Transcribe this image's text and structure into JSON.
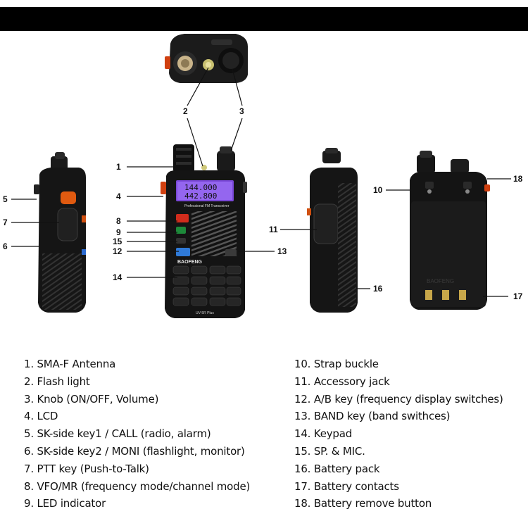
{
  "radio": {
    "lcd_line1": "144.000",
    "lcd_line2": "442.800",
    "header_text": "Professional FM Transceiver",
    "brand": "BAOFENG",
    "model": "UV-5R Plus",
    "back_brand": "BAOFENG"
  },
  "callouts": [
    "1",
    "2",
    "3",
    "4",
    "5",
    "6",
    "7",
    "8",
    "9",
    "10",
    "11",
    "12",
    "13",
    "14",
    "15",
    "16",
    "17",
    "18"
  ],
  "legend": {
    "left": [
      "1. SMA-F Antenna",
      "2. Flash light",
      "3. Knob (ON/OFF, Volume)",
      "4. LCD",
      "5. SK-side key1 / CALL (radio, alarm)",
      "6. SK-side key2 / MONI (flashlight, monitor)",
      "7. PTT key (Push-to-Talk)",
      "8. VFO/MR (frequency mode/channel mode)",
      "9. LED indicator"
    ],
    "right": [
      "10. Strap buckle",
      "11. Accessory jack",
      "12. A/B key (frequency display switches)",
      "13. BAND key (band swithces)",
      "14. Keypad",
      "15. SP. & MIC.",
      "16. Battery pack",
      "17. Battery contacts",
      "18. Battery remove button"
    ]
  }
}
